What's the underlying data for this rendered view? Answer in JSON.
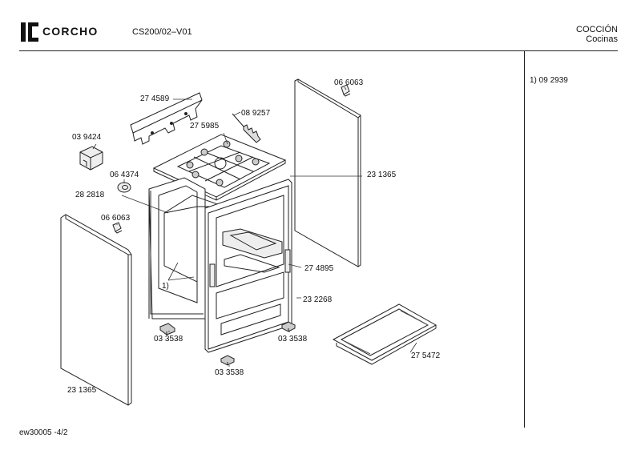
{
  "header": {
    "brand": "CORCHO",
    "model": "CS200/02–V01",
    "category": "COCCIÓN",
    "subcategory": "Cocinas",
    "brand_color": "#111111"
  },
  "notes": [
    "1) 09 2939"
  ],
  "parts": [
    {
      "id": "p1",
      "label": "27 4589"
    },
    {
      "id": "p2",
      "label": "08 9257"
    },
    {
      "id": "p3",
      "label": "06 6063"
    },
    {
      "id": "p4",
      "label": "27 5985"
    },
    {
      "id": "p5",
      "label": "03 9424"
    },
    {
      "id": "p6",
      "label": "06 4374"
    },
    {
      "id": "p7",
      "label": "23 1365"
    },
    {
      "id": "p8",
      "label": "28 2818"
    },
    {
      "id": "p9",
      "label": "06 6063"
    },
    {
      "id": "p10",
      "label": "1)"
    },
    {
      "id": "p11",
      "label": "27 4895"
    },
    {
      "id": "p12",
      "label": "23 2268"
    },
    {
      "id": "p13",
      "label": "03 3538"
    },
    {
      "id": "p14",
      "label": "03 3538"
    },
    {
      "id": "p15",
      "label": "27 5472"
    },
    {
      "id": "p16",
      "label": "03 3538"
    },
    {
      "id": "p17",
      "label": "23 1365"
    }
  ],
  "footer": {
    "code": "ew30005  -4/2"
  }
}
